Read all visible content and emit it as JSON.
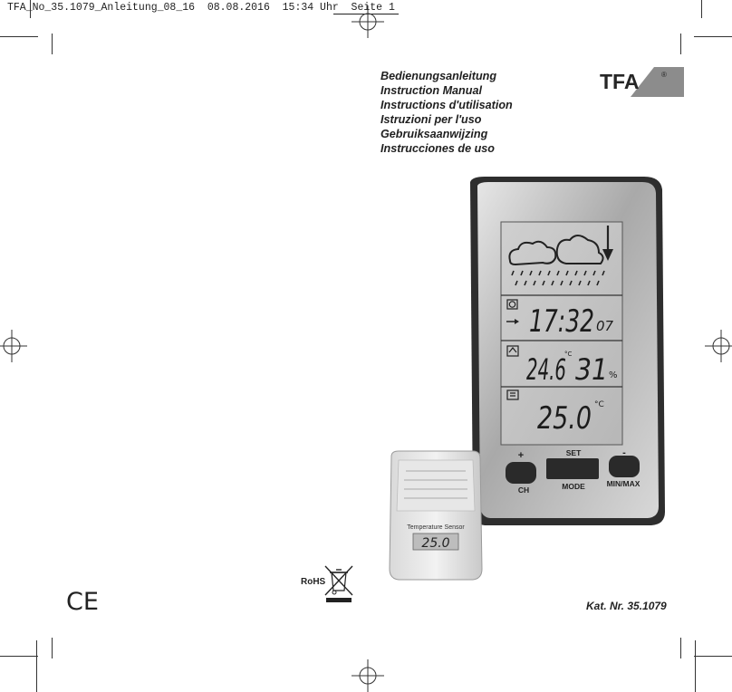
{
  "header": {
    "slug_text": "TFA_No_35.1079_Anleitung_08_16  08.08.2016  15:34 Uhr  Seite 1"
  },
  "titles": [
    "Bedienungsanleitung",
    "Instruction Manual",
    "Instructions d'utilisation",
    "Istruzioni per l'uso",
    "Gebruiksaanwijzing",
    "Instrucciones de uso"
  ],
  "brand": {
    "logo_text": "TFA",
    "registered": "®"
  },
  "station": {
    "time": "17:32",
    "seconds": "07",
    "indoor_temp": "24.6",
    "indoor_temp_superscript": "°C",
    "humidity": "31",
    "humidity_unit": "%",
    "outdoor_temp": "25.0",
    "outdoor_temp_unit": "°C",
    "buttons": {
      "plus_label": "+",
      "set_label": "SET",
      "minus_label": "-",
      "ch_label": "CH",
      "mode_label": "MODE",
      "minmax_label": "MIN/MAX"
    }
  },
  "sensor": {
    "label": "Temperature Sensor",
    "display_value": "25.0"
  },
  "marks": {
    "rohs_label": "RoHS",
    "ce_label": "CE"
  },
  "footer": {
    "article_number": "Kat. Nr. 35.1079"
  }
}
